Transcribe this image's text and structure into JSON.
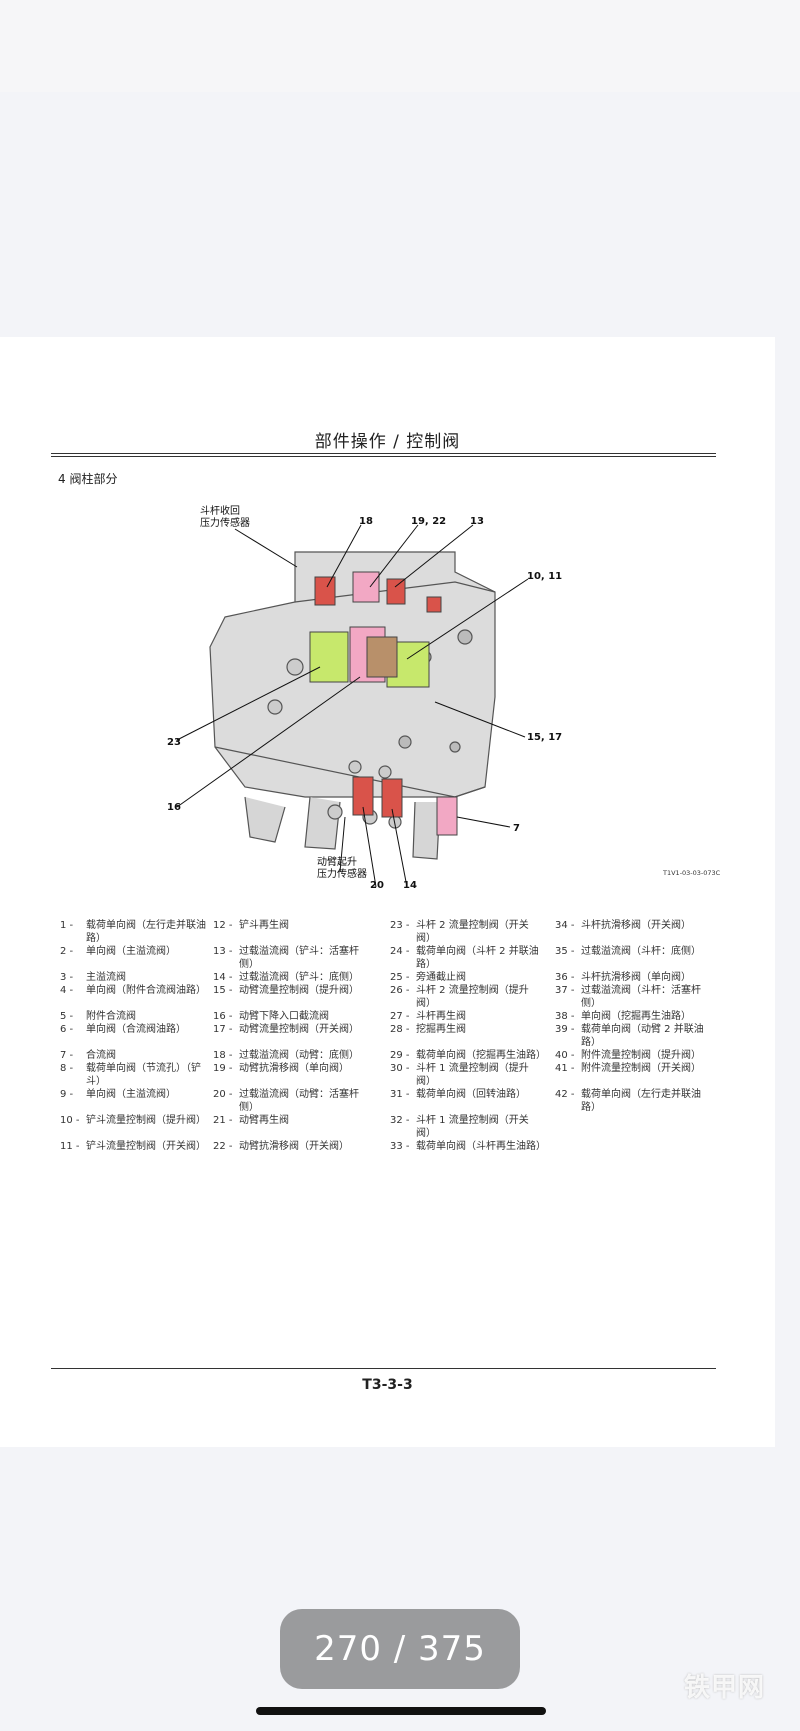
{
  "document": {
    "header": "部件操作 / 控制阀",
    "section_title": "4 阀柱部分",
    "figure_ref": "T1V1-03-03-073C",
    "page_number": "T3-3-3"
  },
  "figure": {
    "labels": {
      "sensor_top": [
        "斗杆收回",
        "压力传感器"
      ],
      "sensor_bottom": [
        "动臂起升",
        "压力传感器"
      ],
      "c18": "18",
      "c19_22": "19, 22",
      "c13": "13",
      "c10_11": "10, 11",
      "c23": "23",
      "c15_17": "15, 17",
      "c16": "16",
      "c7": "7",
      "c20": "20",
      "c14": "14"
    },
    "colors": {
      "body": "#dcdcdc",
      "outline": "#555555",
      "red_valve": "#d9534a",
      "pink_valve": "#f2a8c4",
      "green_valve": "#c7e86c",
      "brown_valve": "#b8906a"
    }
  },
  "legend": {
    "col1": [
      {
        "num": "1 -",
        "text": "载荷单向阀（左行走并联油路）"
      },
      {
        "num": "2 -",
        "text": "单向阀（主溢流阀）"
      },
      {
        "num": "3 -",
        "text": "主溢流阀"
      },
      {
        "num": "4 -",
        "text": "单向阀（附件合流阀油路）"
      },
      {
        "num": "5 -",
        "text": "附件合流阀"
      },
      {
        "num": "6 -",
        "text": "单向阀（合流阀油路）"
      },
      {
        "num": "7 -",
        "text": "合流阀"
      },
      {
        "num": "8 -",
        "text": "载荷单向阀（节流孔）（铲斗）"
      },
      {
        "num": "9 -",
        "text": "单向阀（主溢流阀）"
      },
      {
        "num": "10 -",
        "text": "铲斗流量控制阀（提升阀）"
      },
      {
        "num": "11 -",
        "text": "铲斗流量控制阀（开关阀）"
      }
    ],
    "col2": [
      {
        "num": "12 -",
        "text": "铲斗再生阀"
      },
      {
        "num": "13 -",
        "text": "过载溢流阀（铲斗：活塞杆侧）"
      },
      {
        "num": "14 -",
        "text": "过载溢流阀（铲斗：底侧）"
      },
      {
        "num": "15 -",
        "text": "动臂流量控制阀（提升阀）"
      },
      {
        "num": "16 -",
        "text": "动臂下降入口截流阀"
      },
      {
        "num": "17 -",
        "text": "动臂流量控制阀（开关阀）"
      },
      {
        "num": "18 -",
        "text": "过载溢流阀（动臂：底侧）"
      },
      {
        "num": "19 -",
        "text": "动臂抗滑移阀（单向阀）"
      },
      {
        "num": "20 -",
        "text": "过载溢流阀（动臂：活塞杆侧）"
      },
      {
        "num": "21 -",
        "text": "动臂再生阀"
      },
      {
        "num": "22 -",
        "text": "动臂抗滑移阀（开关阀）"
      }
    ],
    "col3": [
      {
        "num": "23 -",
        "text": "斗杆 2 流量控制阀（开关阀）"
      },
      {
        "num": "24 -",
        "text": "载荷单向阀（斗杆 2 并联油路）"
      },
      {
        "num": "25 -",
        "text": "旁通截止阀"
      },
      {
        "num": "26 -",
        "text": "斗杆 2 流量控制阀（提升阀）"
      },
      {
        "num": "27 -",
        "text": "斗杆再生阀"
      },
      {
        "num": "28 -",
        "text": "挖掘再生阀"
      },
      {
        "num": "29 -",
        "text": "载荷单向阀（挖掘再生油路）"
      },
      {
        "num": "30 -",
        "text": "斗杆 1 流量控制阀（提升阀）"
      },
      {
        "num": "31 -",
        "text": "载荷单向阀（回转油路）"
      },
      {
        "num": "32 -",
        "text": "斗杆 1 流量控制阀（开关阀）"
      },
      {
        "num": "33 -",
        "text": "载荷单向阀（斗杆再生油路）"
      }
    ],
    "col4": [
      {
        "num": "34 -",
        "text": "斗杆抗滑移阀（开关阀）"
      },
      {
        "num": "35 -",
        "text": "过载溢流阀（斗杆：底侧）"
      },
      {
        "num": "36 -",
        "text": "斗杆抗滑移阀（单向阀）"
      },
      {
        "num": "37 -",
        "text": "过载溢流阀（斗杆：活塞杆侧）"
      },
      {
        "num": "38 -",
        "text": "单向阀（挖掘再生油路）"
      },
      {
        "num": "39 -",
        "text": "载荷单向阀（动臂 2 并联油路）"
      },
      {
        "num": "40 -",
        "text": "附件流量控制阀（提升阀）"
      },
      {
        "num": "41 -",
        "text": "附件流量控制阀（开关阀）"
      },
      {
        "num": "42 -",
        "text": "载荷单向阀（左行走并联油路）"
      }
    ]
  },
  "viewer": {
    "page_indicator": "270 / 375",
    "watermark": "铁甲网"
  }
}
